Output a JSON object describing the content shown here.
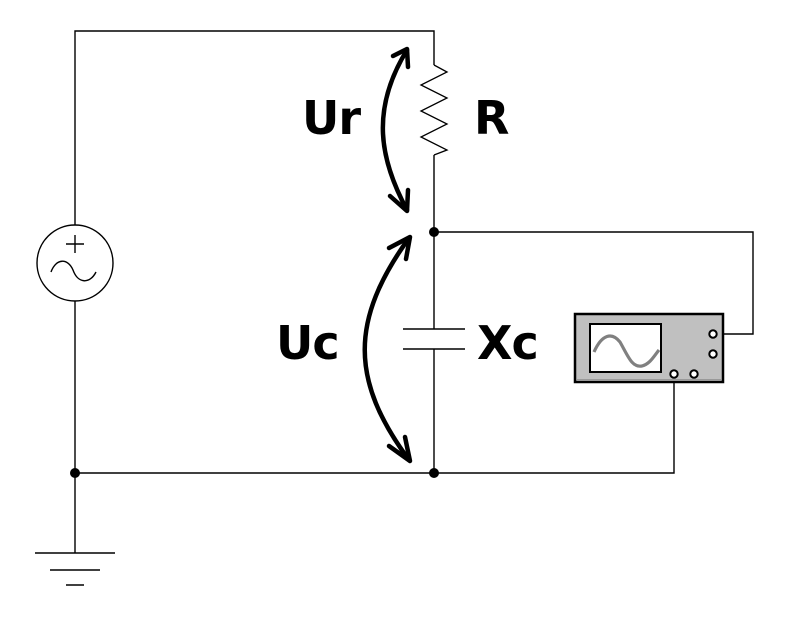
{
  "diagram": {
    "type": "circuit-schematic",
    "description_labels": {
      "resistor_voltage": "Ur",
      "resistor": "R",
      "capacitor_voltage": "Uc",
      "capacitor_reactance": "Xc"
    },
    "components": [
      {
        "id": "ac-source",
        "kind": "AC voltage source",
        "symbol": "plus-and-sine"
      },
      {
        "id": "resistor",
        "kind": "resistor",
        "label": "R"
      },
      {
        "id": "capacitor",
        "kind": "capacitor",
        "label": "Xc"
      },
      {
        "id": "oscilloscope",
        "kind": "oscilloscope"
      },
      {
        "id": "ground",
        "kind": "ground"
      }
    ],
    "colors": {
      "wire": "#000000",
      "scope_body": "#c0c0c0",
      "scope_trace": "#808080",
      "background": "#ffffff"
    }
  }
}
